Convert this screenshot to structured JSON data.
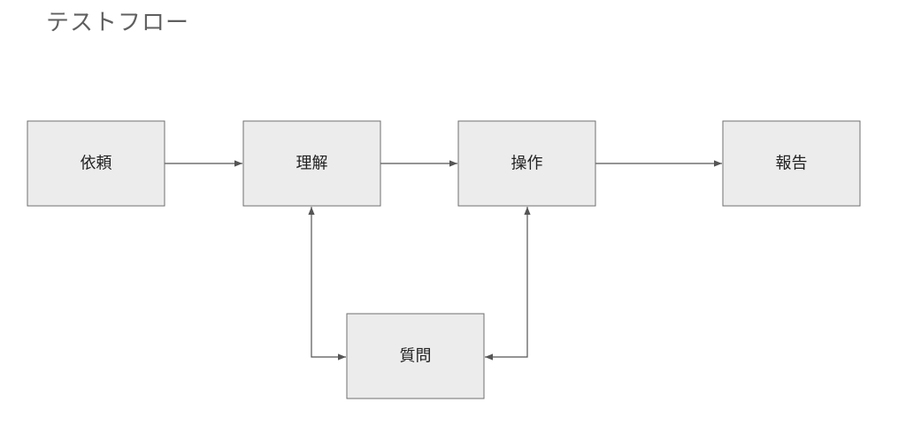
{
  "diagram": {
    "title": "テストフロー",
    "nodes": {
      "request": {
        "label": "依頼"
      },
      "understand": {
        "label": "理解"
      },
      "operate": {
        "label": "操作"
      },
      "report": {
        "label": "報告"
      },
      "question": {
        "label": "質問"
      }
    },
    "edges": [
      {
        "from": "request",
        "to": "understand",
        "direction": "forward"
      },
      {
        "from": "understand",
        "to": "operate",
        "direction": "forward"
      },
      {
        "from": "operate",
        "to": "report",
        "direction": "forward"
      },
      {
        "from": "understand",
        "to": "question",
        "direction": "both"
      },
      {
        "from": "operate",
        "to": "question",
        "direction": "both"
      }
    ],
    "colors": {
      "node_fill": "#ececec",
      "node_stroke": "#6f6f6f",
      "edge": "#555555",
      "title": "#5f5f5f",
      "text": "#222222"
    }
  }
}
